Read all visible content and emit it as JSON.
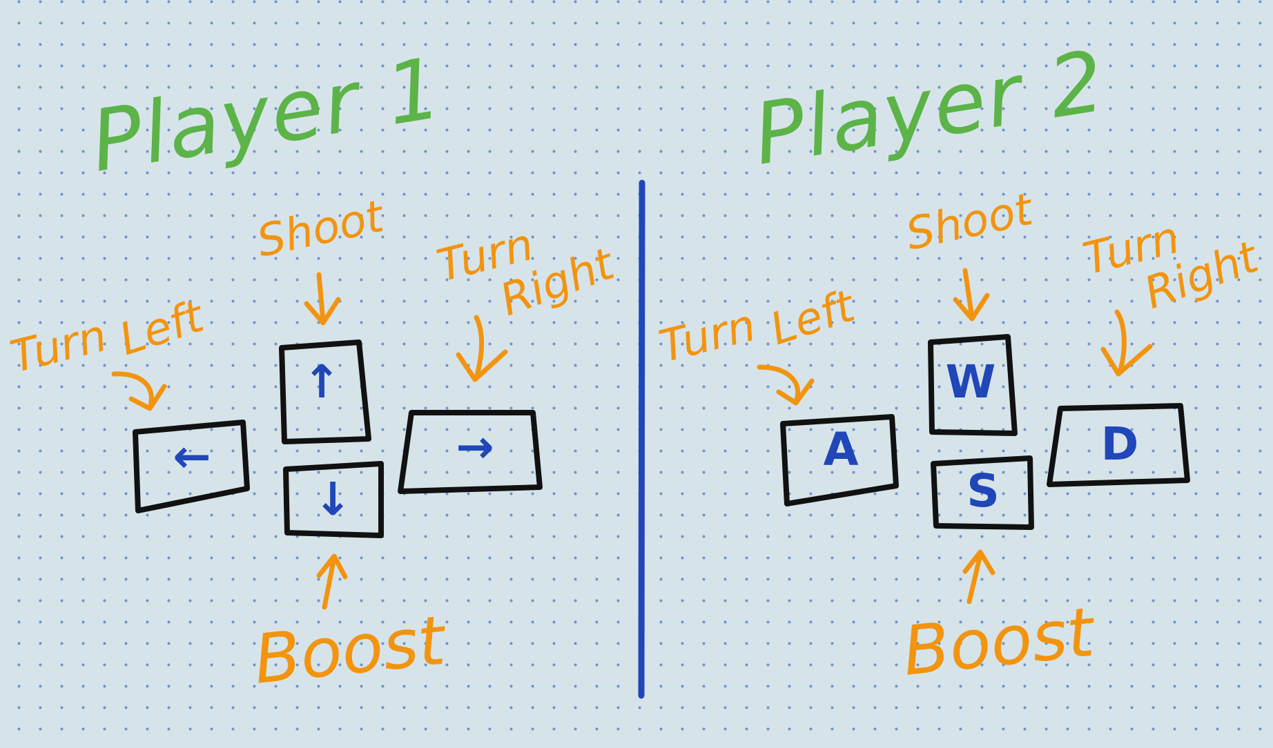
{
  "player1": {
    "title": "Player 1",
    "labels": {
      "turn": "Turn",
      "left": "Left",
      "shoot": "Shoot",
      "turn_right_1": "Turn",
      "turn_right_2": "Right",
      "boost": "Boost"
    },
    "keys": {
      "left": "←",
      "up": "↑",
      "down": "↓",
      "right": "→"
    }
  },
  "player2": {
    "title": "Player 2",
    "labels": {
      "turn": "Turn",
      "left": "Left",
      "shoot": "Shoot",
      "turn_right_1": "Turn",
      "turn_right_2": "Right",
      "boost": "Boost"
    },
    "keys": {
      "left": "A",
      "up": "W",
      "down": "S",
      "right": "D"
    }
  },
  "colors": {
    "title": "#5cb347",
    "label": "#f2940f",
    "key_glyph": "#2046b8",
    "divider": "#2046b8",
    "key_outline": "#111111"
  }
}
